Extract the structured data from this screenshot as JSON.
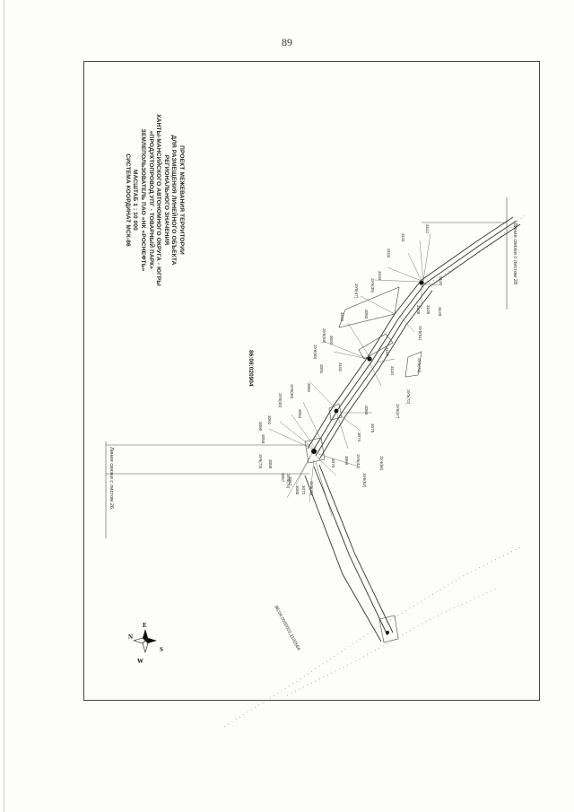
{
  "page_number": "89",
  "title_lines": [
    "ПРОЕКТ МЕЖЕВАНИЯ ТЕРРИТОРИИ",
    "ДЛЯ РАЗМЕЩЕНИЯ ЛИНЕЙНОГО ОБЪЕКТА",
    "РЕГИОНАЛЬНОГО ЗНАЧЕНИЯ",
    "ХАНТЫ-МАНСИЙСКОГО АВТОНОМНОГО ОКРУГА - ЮГРЫ",
    "«ПРОДУКТОПРОВОД УПГ - ТОВАРНЫЙ ПАРК»",
    "ЗЕМЛЕПОЛЬЗОВАТЕЛЬ ПАО «НК «РОСНЕФТЬ»",
    "МАСШТАБ 1 : 10 000",
    "СИСТЕМА КООРДИНАТ МСК-86"
  ],
  "cadastral_block": "86:08:020904",
  "cadastral_parcel": "86:04:0000001:1100564",
  "sheet_links": {
    "left": "Линия связки с листом 26",
    "right": "Линия связки с листом 28"
  },
  "compass": {
    "n": "N",
    "s": "S",
    "e": "E",
    "w": "W"
  },
  "plot_labels": [
    "3060",
    "3061",
    "3059",
    "3058",
    "3057",
    "3067",
    "3068",
    "3072",
    "3070",
    "3069",
    "3064",
    "3082",
    "3091",
    "3101",
    "3092",
    "3083",
    "3102",
    "3103",
    "3104",
    "3111",
    "3112",
    "3118",
    "3108",
    "3109",
    "3128",
    "3107",
    "3110",
    "3068",
    "3074",
    "3075",
    "ЗУ5(40)",
    "ЗУ5(38)",
    "ЗУ6(50)",
    "ЗУ6(54)",
    "ЗУ6(47)",
    "ЗУ5(35)",
    "ЗУ6(73)",
    "ЗУ5(70)",
    "ЗУ6(41)",
    "ЗУ6(52)",
    "ЗУ4(56)",
    "ЗУ5(37)",
    "ЗУ5(72)",
    "ЗУ5(70)",
    "ЗУ6(51)",
    "ЗУ6(42)"
  ],
  "colors": {
    "line": "#333333",
    "frame": "#444444",
    "paper": "#fdfdfb"
  }
}
